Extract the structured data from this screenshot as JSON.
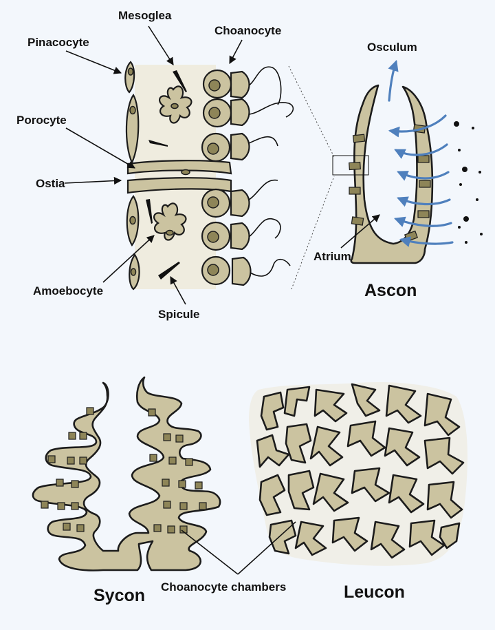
{
  "colors": {
    "background": "#f3f7fc",
    "cell_fill": "#cbc3a0",
    "nucleus": "#8e8558",
    "mesoglea": "#efecdf",
    "water_flow": "#4f80bd",
    "outline": "#1c1c1c"
  },
  "labels": {
    "pinacocyte": "Pinacocyte",
    "mesoglea": "Mesoglea",
    "choanocyte": "Choanocyte",
    "porocyte": "Porocyte",
    "ostia": "Ostia",
    "amoebocyte": "Amoebocyte",
    "spicule": "Spicule",
    "osculum": "Osculum",
    "atrium": "Atrium",
    "choanocyte_chambers": "Choanocyte chambers"
  },
  "titles": {
    "ascon": "Ascon",
    "sycon": "Sycon",
    "leucon": "Leucon"
  }
}
